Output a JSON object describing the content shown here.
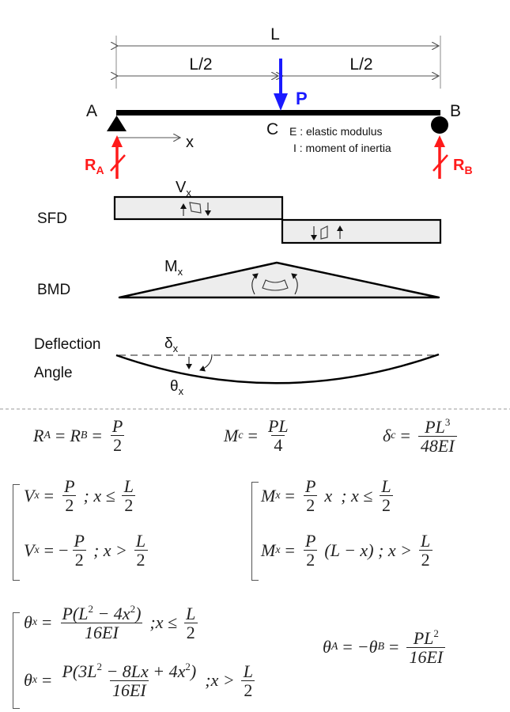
{
  "beam": {
    "span_label": "L",
    "half_left_label": "L/2",
    "half_right_label": "L/2",
    "load_label": "P",
    "support_a_label": "A",
    "support_b_label": "B",
    "midpoint_label": "C",
    "x_axis_label": "x",
    "reaction_a": {
      "base": "R",
      "sub": "A"
    },
    "reaction_b": {
      "base": "R",
      "sub": "B"
    },
    "legend": [
      "E : elastic modulus",
      "I : moment of inertia"
    ],
    "colors": {
      "load": "#1a1aff",
      "reaction": "#ff1a1a",
      "beam": "#000000"
    }
  },
  "diagrams": {
    "sfd_label": "SFD",
    "sfd_symbol": {
      "base": "V",
      "sub": "x"
    },
    "bmd_label": "BMD",
    "bmd_symbol": {
      "base": "M",
      "sub": "x"
    },
    "deflection_label": "Deflection",
    "angle_label": "Angle",
    "deflection_symbol": {
      "base": "δ",
      "sub": "x"
    },
    "angle_symbol": {
      "base": "θ",
      "sub": "x"
    }
  },
  "formulas": {
    "reactions": {
      "ra": "R",
      "ra_sub": "A",
      "rb": "R",
      "rb_sub": "B",
      "num": "P",
      "den": "2"
    },
    "moment_c": {
      "lhs": "M",
      "lhs_sub": "c",
      "num": "PL",
      "den": "4"
    },
    "deflection_c": {
      "lhs": "δ",
      "lhs_sub": "c",
      "num": "PL",
      "num_sup": "3",
      "den": "48EI"
    },
    "shear": [
      {
        "lhs": "V",
        "lhs_sub": "x",
        "sign": "",
        "num": "P",
        "den": "2",
        "cond": "; x ≤",
        "cnum": "L",
        "cden": "2"
      },
      {
        "lhs": "V",
        "lhs_sub": "x",
        "sign": "−",
        "num": "P",
        "den": "2",
        "cond": "; x >",
        "cnum": "L",
        "cden": "2"
      }
    ],
    "moment": [
      {
        "lhs": "M",
        "lhs_sub": "x",
        "num": "P",
        "den": "2",
        "tail": "x  ; x ≤",
        "cnum": "L",
        "cden": "2"
      },
      {
        "lhs": "M",
        "lhs_sub": "x",
        "num": "P",
        "den": "2",
        "tail": "(L − x) ; x >",
        "cnum": "L",
        "cden": "2"
      }
    ],
    "angle": [
      {
        "lhs": "θ",
        "lhs_sub": "x",
        "num_a": "P(L",
        "num_sup1": "2",
        "num_b": " − 4x",
        "num_sup2": "2",
        "num_c": ")",
        "den": "16EI",
        "cond": ";x ≤",
        "cnum": "L",
        "cden": "2"
      },
      {
        "lhs": "θ",
        "lhs_sub": "x",
        "num_a": "P(3L",
        "num_sup1": "2",
        "num_b": " − 8Lx + 4x",
        "num_sup2": "2",
        "num_c": ")",
        "den": "16EI",
        "cond": ";x >",
        "cnum": "L",
        "cden": "2"
      }
    ],
    "end_angle": {
      "a": "θ",
      "a_sub": "A",
      "b": "−θ",
      "b_sub": "B",
      "num": "PL",
      "num_sup": "2",
      "den": "16EI"
    }
  }
}
